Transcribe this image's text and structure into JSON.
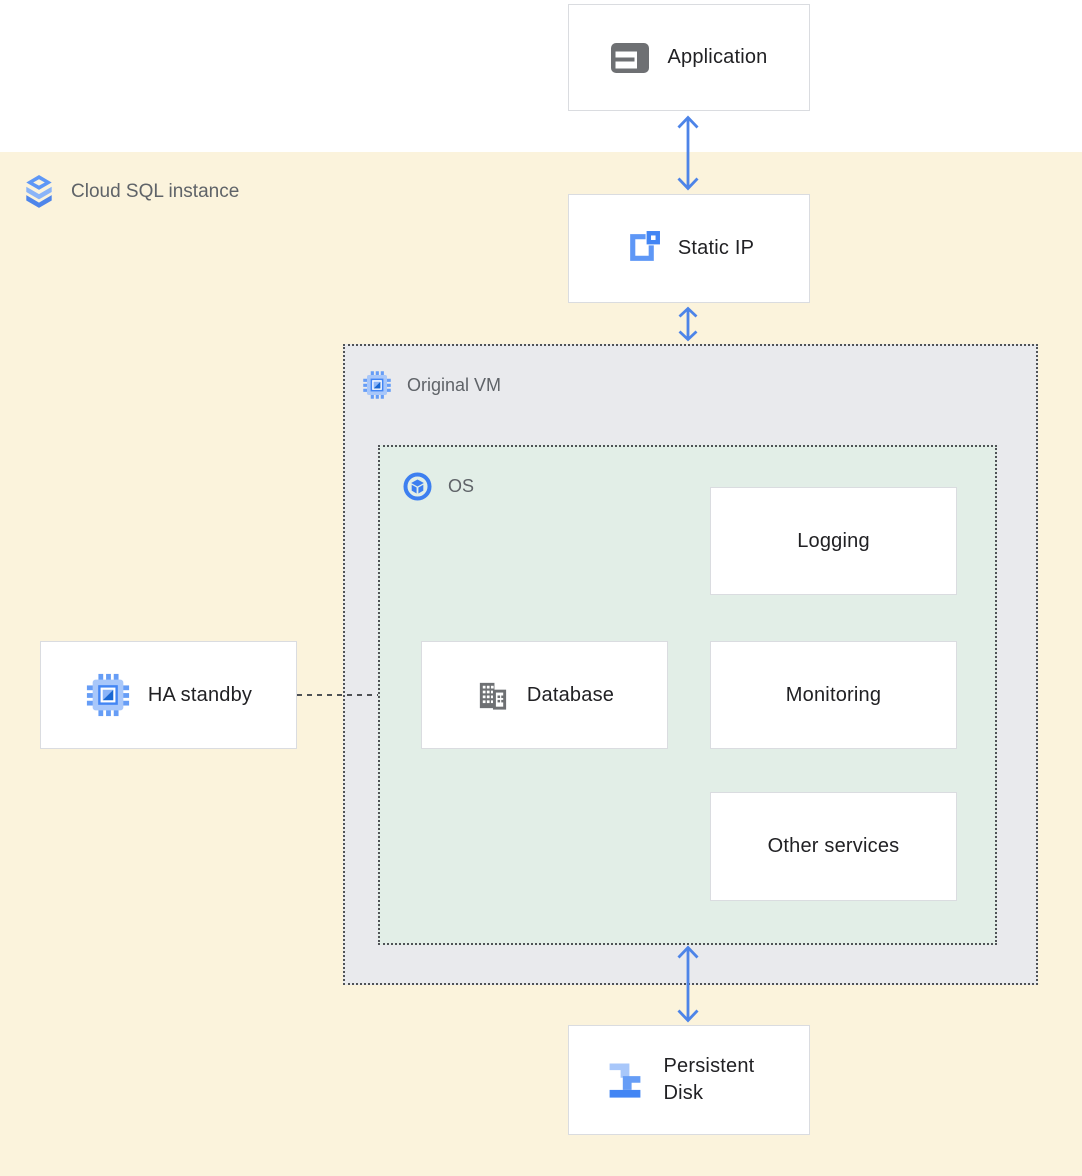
{
  "colors": {
    "canvas-bg": "#FFFFFF",
    "zone-bg": "#FBF3DC",
    "vm-bg": "#E9EAED",
    "os-bg": "#E2EEE7",
    "node-bg": "#FFFFFF",
    "node-border": "#DADCE0",
    "dashed-border": "#4F5256",
    "arrow": "#4D84E8",
    "label-gray": "#5F6368",
    "text-dark": "#212124",
    "icon-gray": "#6E7073",
    "blue-light": "#A8C7FA",
    "blue-mid": "#669DF6",
    "blue": "#4285F4",
    "blue-dark": "#1A73E8"
  },
  "zone": {
    "label": "Cloud SQL instance",
    "icon": "cloud-sql-icon"
  },
  "containers": {
    "original_vm": {
      "label": "Original VM",
      "icon": "compute-engine-icon"
    },
    "os": {
      "label": "OS",
      "icon": "os-icon"
    }
  },
  "nodes": {
    "application": {
      "label": "Application",
      "icon": "application-window-icon"
    },
    "static_ip": {
      "label": "Static IP",
      "icon": "static-ip-icon"
    },
    "logging": {
      "label": "Logging"
    },
    "database": {
      "label": "Database",
      "icon": "database-building-icon"
    },
    "monitoring": {
      "label": "Monitoring"
    },
    "other_services": {
      "label": "Other services"
    },
    "ha_standby": {
      "label": "HA standby",
      "icon": "compute-engine-icon"
    },
    "persistent_disk": {
      "label": "Persistent Disk",
      "icon": "persistent-disk-icon"
    }
  },
  "edges": [
    {
      "from": "application",
      "to": "static_ip",
      "style": "double-headed-arrow"
    },
    {
      "from": "static_ip",
      "to": "original_vm",
      "style": "double-headed-arrow"
    },
    {
      "from": "os",
      "to": "persistent_disk",
      "style": "double-headed-arrow"
    },
    {
      "from": "ha_standby",
      "to": "os",
      "style": "dashed-line"
    }
  ]
}
